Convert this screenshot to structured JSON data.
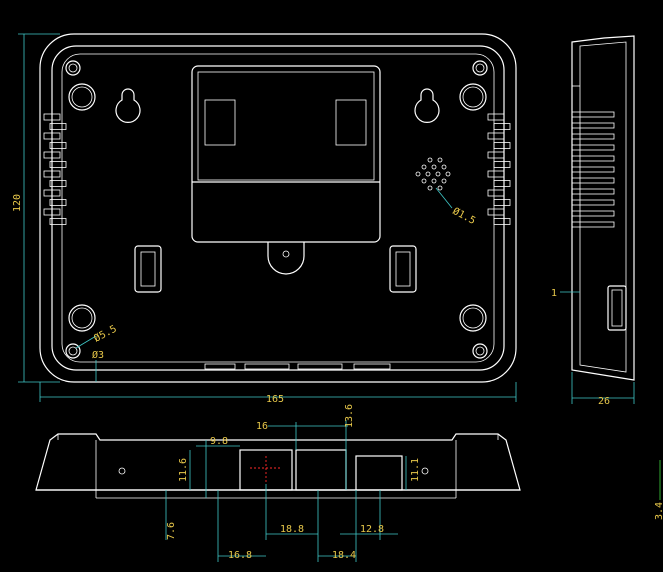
{
  "drawing": {
    "front_view": {
      "width_dim": "165",
      "height_dim": "120",
      "hole_dia_a": "Ø5.5",
      "hole_dia_b": "Ø3",
      "speaker_dia": "Ø1.5"
    },
    "side_view": {
      "depth_dim": "26",
      "wall_dim": "1"
    },
    "bottom_view": {
      "d_9_8": "9.8",
      "d_16": "16",
      "d_13_6": "13.6",
      "d_11_6": "11.6",
      "d_11_1": "11.1",
      "d_7_6": "7.6",
      "d_18_8a": "18.8",
      "d_12_8": "12.8",
      "d_16_8": "16.8",
      "d_18_4": "18.4",
      "d_3_4": "3.4"
    },
    "colors": {
      "lines": "#ffffff",
      "dims": "#3fc9c9",
      "text": "#e8c84a",
      "center": "#ff2a2a"
    }
  }
}
